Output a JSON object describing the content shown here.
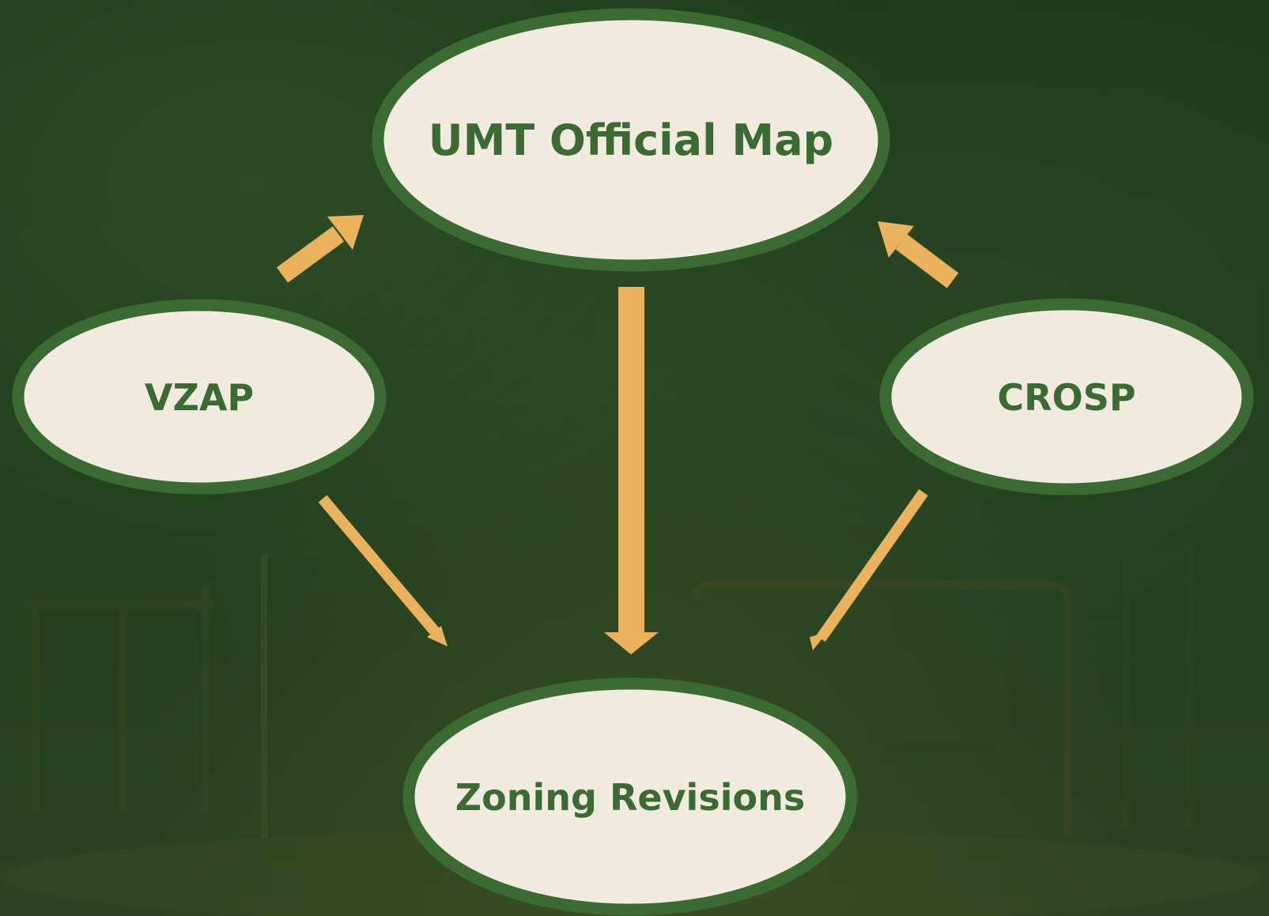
{
  "nodes": {
    "official_map": "UMT Official Map",
    "vzap": "VZAP",
    "crosp": "CROSP",
    "zoning": "Zoning Revisions"
  },
  "colors": {
    "background": "#1f3a1c",
    "node_fill": "#f1ebdf",
    "node_border": "#3c6a33",
    "node_text": "#3c6a33",
    "arrow": "#ebb25e"
  }
}
